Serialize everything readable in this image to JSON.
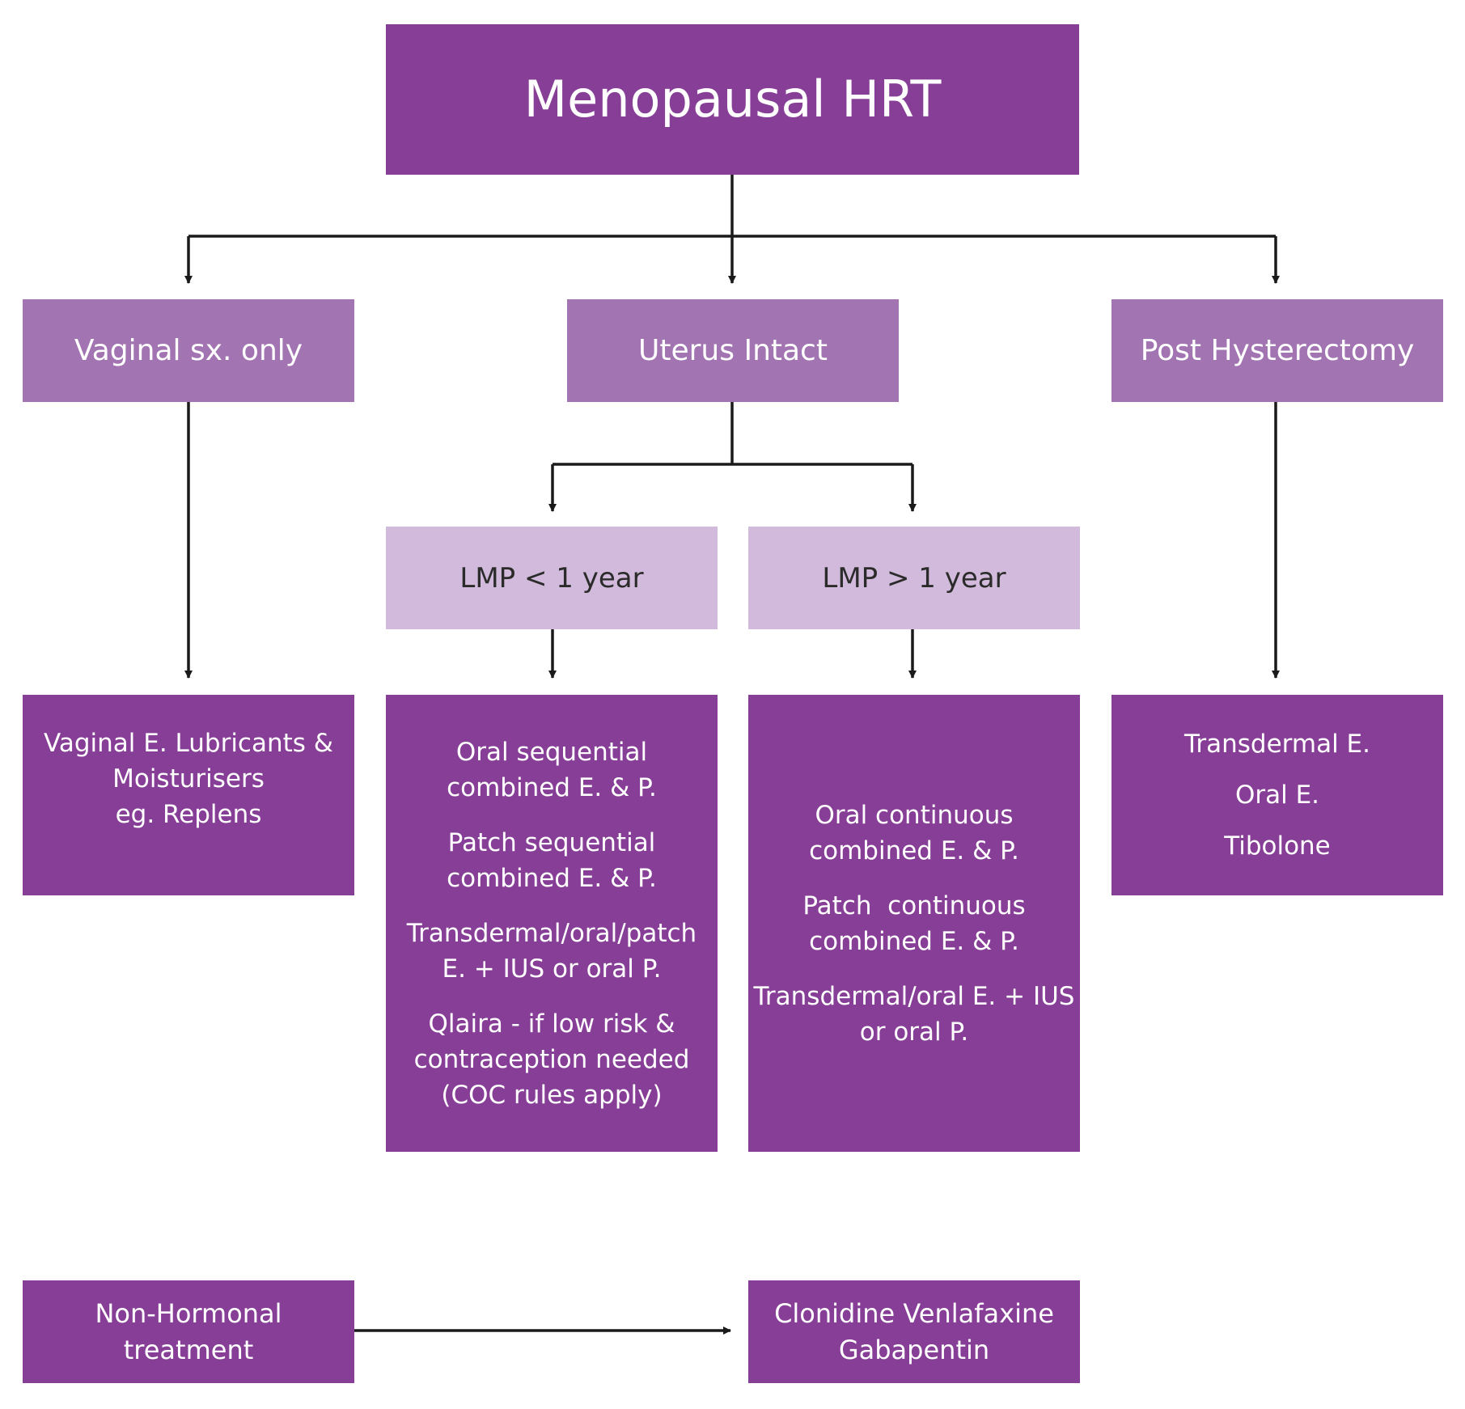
{
  "title": "Menopausal HRT",
  "level1": {
    "vaginal": "Vaginal sx. only",
    "uterus": "Uterus Intact",
    "post_hysterectomy": "Post Hysterectomy"
  },
  "level2": {
    "lmp_less": "LMP < 1 year",
    "lmp_more": "LMP > 1 year"
  },
  "vaginal_treatment": [
    "Vaginal E. Lubricants &",
    "Moisturisers",
    "eg. Replens"
  ],
  "lmp_less_treatments": [
    [
      "Oral sequential",
      "combined E. & P."
    ],
    [
      "Patch sequential",
      "combined E. & P."
    ],
    [
      "Transdermal/oral/patch",
      "E. + IUS or oral P."
    ],
    [
      "Qlaira - if low risk &",
      "contraception needed",
      "(COC rules apply)"
    ]
  ],
  "lmp_more_treatments": [
    [
      "Oral continuous",
      "combined E. & P."
    ],
    [
      "Patch  continuous",
      "combined E. & P."
    ],
    [
      "Transdermal/oral E. + IUS",
      "or oral P."
    ]
  ],
  "post_hysterectomy_treatments": [
    "Transdermal E.",
    "Oral E.",
    "Tibolone"
  ],
  "non_hormonal": [
    "Non-Hormonal",
    "treatment"
  ],
  "non_hormonal_options": [
    "Clonidine Venlafaxine",
    "Gabapentin"
  ],
  "colors": {
    "dark": "#873e96",
    "mid": "#a274b1",
    "light": "#d1badb",
    "connector": "#1a1a1a"
  }
}
